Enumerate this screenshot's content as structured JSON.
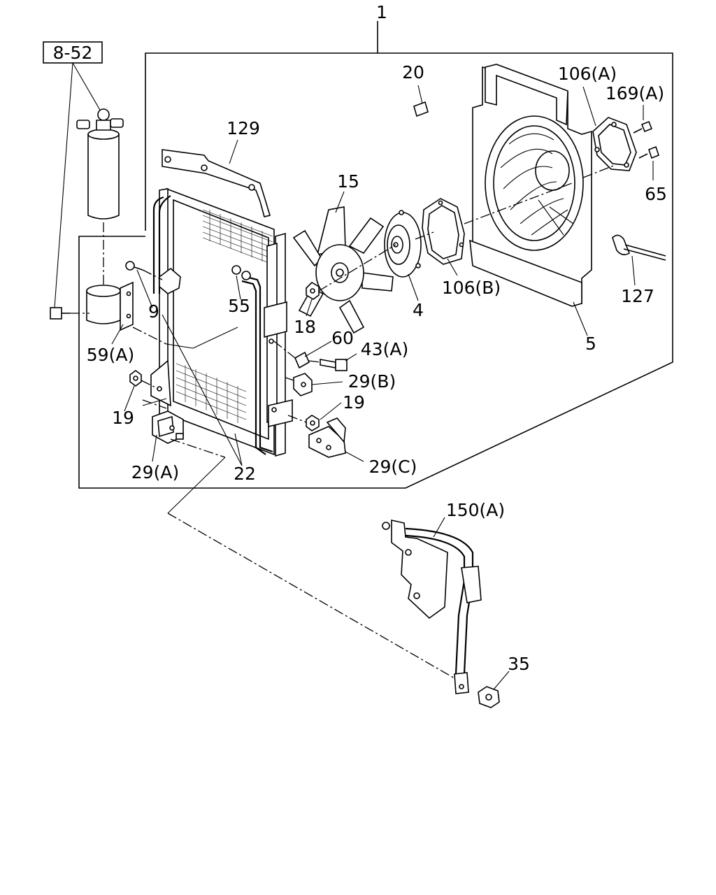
{
  "callouts": {
    "assembly": "1",
    "ref_box": "8-52",
    "fan_shroud_bolt": "20",
    "condenser_bracket_top": "129",
    "fan_blade": "15",
    "seal_a": "106(A)",
    "plate_169a": "169(A)",
    "bolt_65": "65",
    "clip_127": "127",
    "shroud": "5",
    "seal_b": "106(B)",
    "motor": "4",
    "nut_18": "18",
    "bolt_9": "9",
    "oring_55": "55",
    "clamp_60": "60",
    "bolt_43a": "43(A)",
    "bracket_29b": "29(B)",
    "nut_19_right": "19",
    "nut_19_left": "19",
    "bracket_29c": "29(C)",
    "bracket_29a": "29(A)",
    "condenser_22": "22",
    "bracket_59a": "59(A)",
    "pipe_150a": "150(A)",
    "nut_35": "35"
  }
}
